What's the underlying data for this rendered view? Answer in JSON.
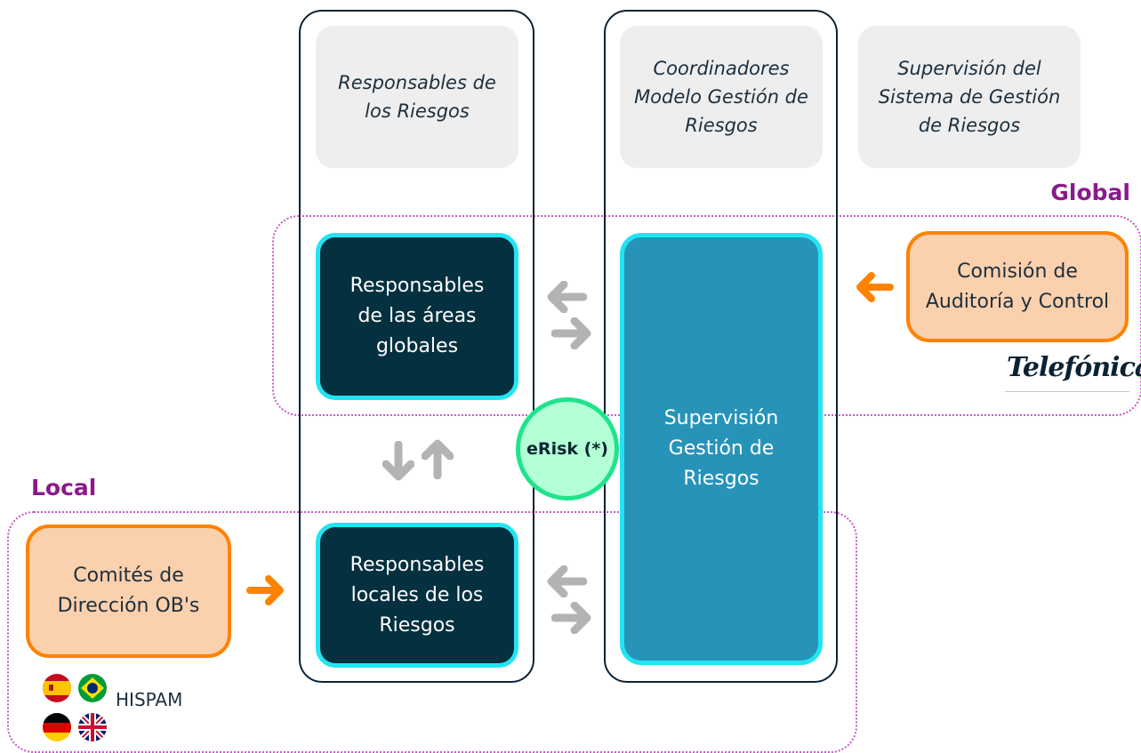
{
  "headers": {
    "responsables": "Responsables de los Riesgos",
    "coordinadores": "Coordinadores Modelo Gestión de Riesgos",
    "supervision": "Supervisión del Sistema de Gestión de Riesgos"
  },
  "regions": {
    "global": "Global",
    "local": "Local"
  },
  "boxes": {
    "areas_globales": "Responsables de las áreas globales",
    "locales": "Responsables locales de los Riesgos",
    "supervision": "Supervisión Gestión de Riesgos",
    "comision": "Comisión de Auditoría y Control",
    "comites": "Comités de Dirección OB's"
  },
  "erisk": "eRisk (*)",
  "hispam": "HISPAM",
  "logo_text": "Telefónica",
  "flags": [
    "spain-flag",
    "brazil-flag",
    "germany-flag",
    "uk-flag"
  ],
  "colors": {
    "dark_box": "#04303f",
    "cyan_border": "#22e4f2",
    "supervision_fill": "#2893b8",
    "orange": "#ff8200",
    "orange_fill": "#fbd0ad",
    "region_label": "#8a1a8c",
    "erisk_fill": "#b3ffd6",
    "erisk_border": "#1fe48c",
    "grey_arrow": "#b3b3b3"
  }
}
